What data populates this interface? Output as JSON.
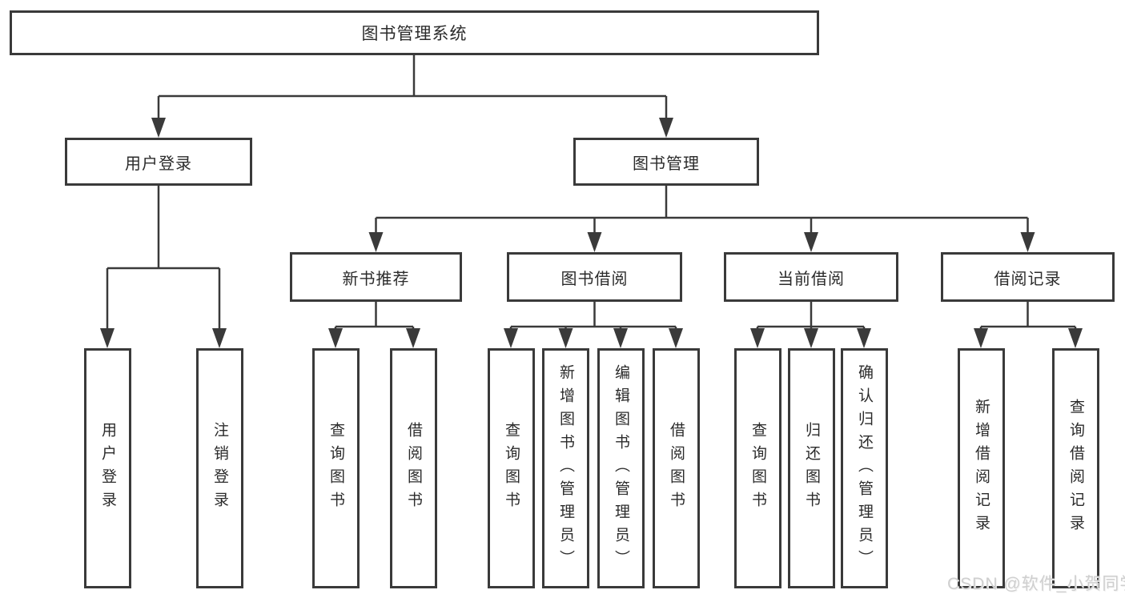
{
  "tree": {
    "root": {
      "label": "图书管理系统",
      "children": [
        {
          "label": "用户登录",
          "leaves": [
            "用户登录",
            "注销登录"
          ]
        },
        {
          "label": "图书管理",
          "children": [
            {
              "label": "新书推荐",
              "leaves": [
                "查询图书",
                "借阅图书"
              ]
            },
            {
              "label": "图书借阅",
              "leaves": [
                "查询图书",
                "新增图书（管理员）",
                "编辑图书（管理员）",
                "借阅图书"
              ]
            },
            {
              "label": "当前借阅",
              "leaves": [
                "查询图书",
                "归还图书",
                "确认归还（管理员）"
              ]
            },
            {
              "label": "借阅记录",
              "leaves": [
                "新增借阅记录",
                "查询借阅记录"
              ]
            }
          ]
        }
      ]
    }
  },
  "watermark": {
    "text": "CSDN @软件_小贺同学"
  },
  "colors": {
    "line": "#3a3a3a",
    "text": "#2b2b2b",
    "background": "#ffffff",
    "watermark": "#cfcfcf"
  }
}
